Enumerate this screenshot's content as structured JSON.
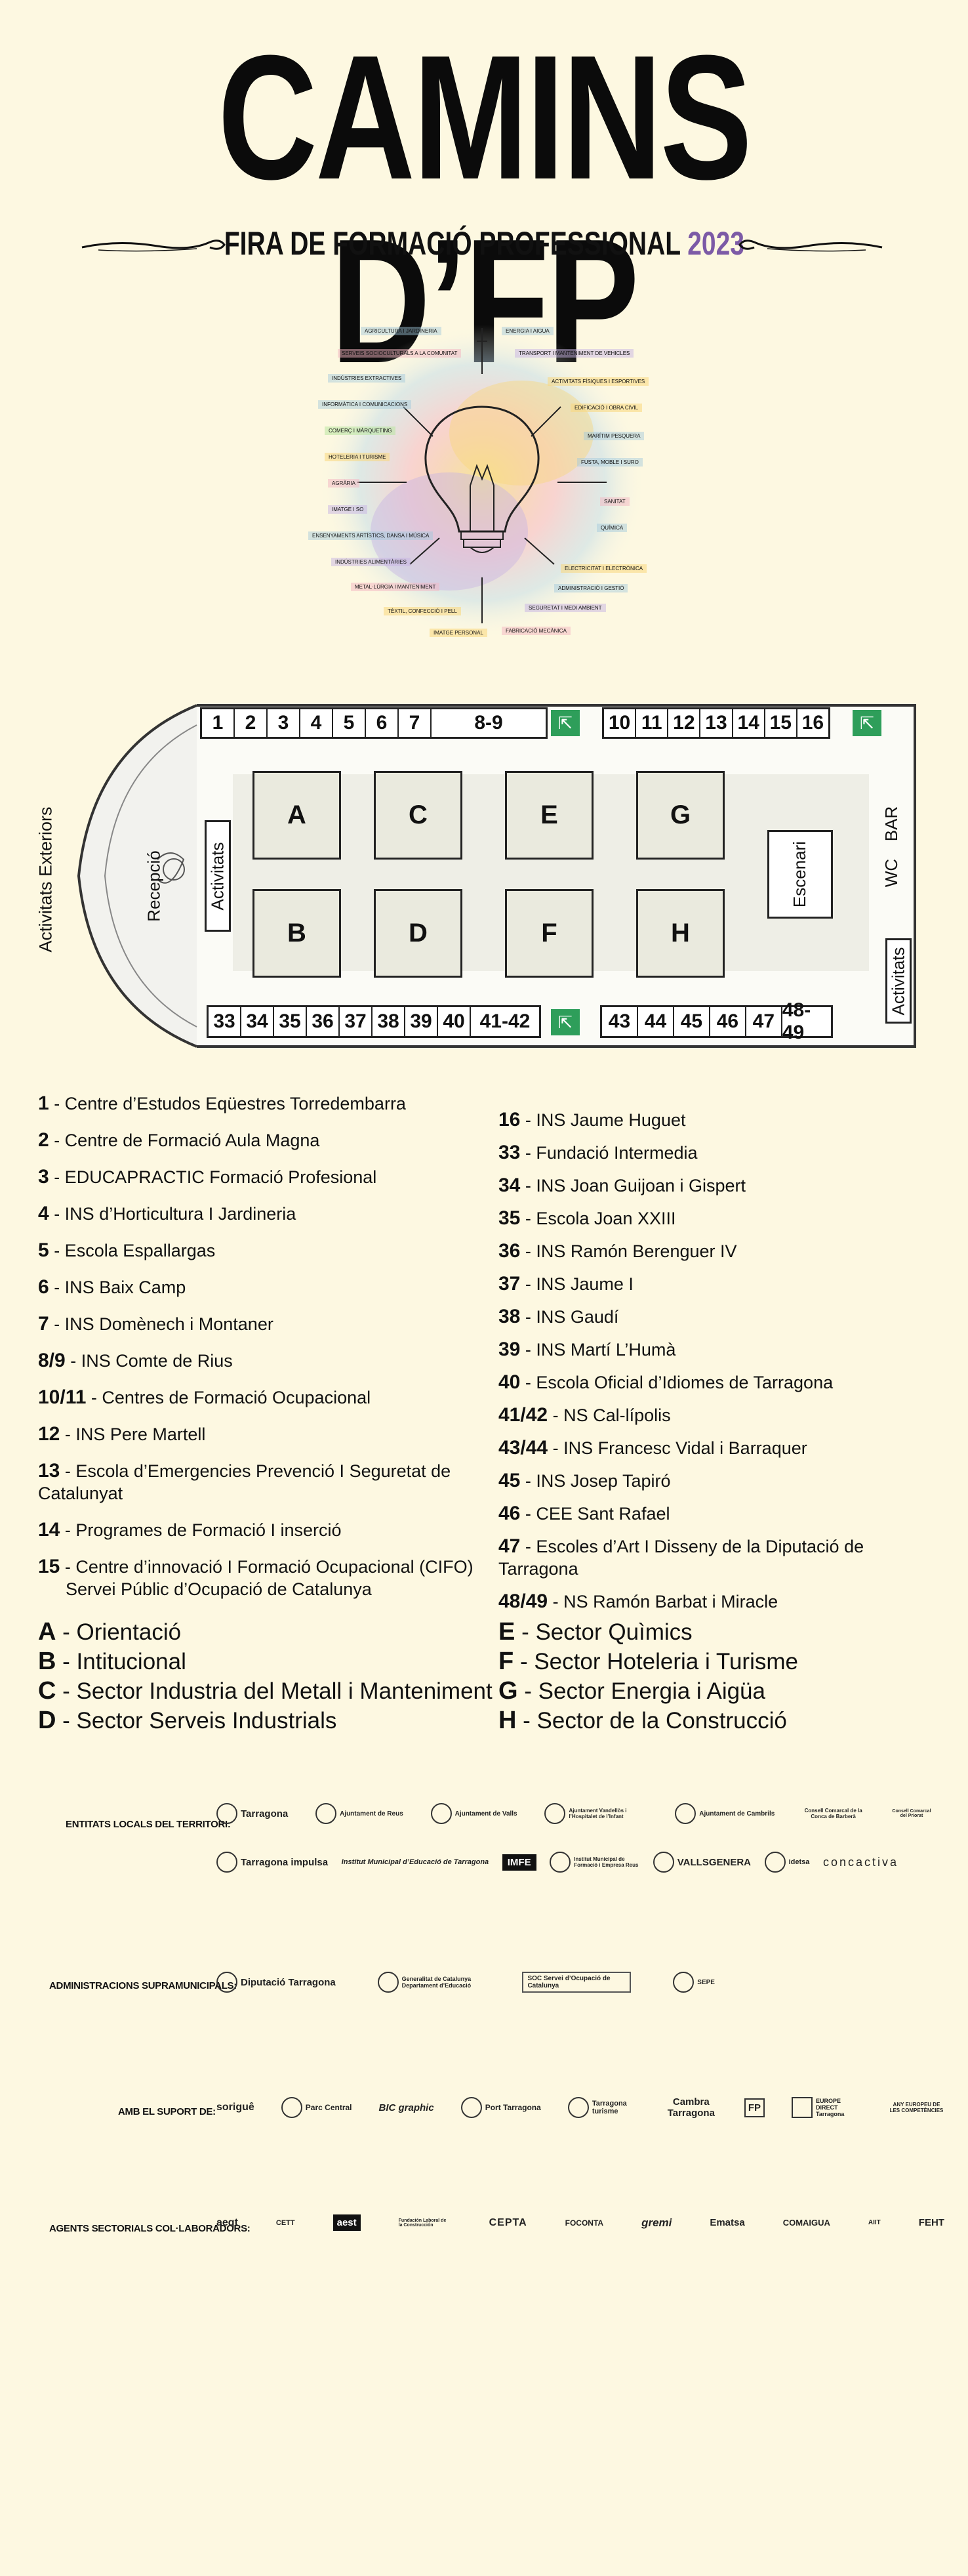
{
  "header": {
    "title": "CAMINS D’FP",
    "subtitle": "FIRA DE FORMACIÓ PROFESSIONAL",
    "year": "2023"
  },
  "illustration": {
    "name": "lightbulb-illustration",
    "tags": [
      "AGRICULTURA I JARDINERIA",
      "ENERGIA I AIGUA",
      "SERVEIS SOCIOCULTURALS A LA COMUNITAT",
      "TRANSPORT I MANTENIMENT DE VEHICLES",
      "INDÚSTRIES EXTRACTIVES",
      "ACTIVITATS FÍSIQUES I ESPORTIVES",
      "INFORMÀTICA I COMUNICACIONS",
      "EDIFICACIÓ I OBRA CIVIL",
      "COMERÇ I MÀRQUETING",
      "MARÍTIM PESQUERA",
      "HOTELERIA I TURISME",
      "FUSTA, MOBLE I SURO",
      "AGRÀRIA",
      "SANITAT",
      "IMATGE I SO",
      "QUÍMICA",
      "ENSENYAMENTS ARTÍSTICS, DANSA I MÚSICA",
      "ELECTRICITAT I ELECTRÒNICA",
      "INDÚSTRIES ALIMENTÀRIES",
      "ADMINISTRACIÓ I GESTIÓ",
      "METAL·LÚRGIA I MANTENIMENT",
      "SEGURETAT I MEDI AMBIENT",
      "TÈXTIL, CONFECCIÓ I PELL",
      "FABRICACIÓ MECÀNICA",
      "IMATGE PERSONAL"
    ]
  },
  "map": {
    "top_stands_left": [
      "1",
      "2",
      "3",
      "4",
      "5",
      "6",
      "7",
      "8-9"
    ],
    "top_stands_right": [
      "10",
      "11",
      "12",
      "13",
      "14",
      "15",
      "16"
    ],
    "bottom_stands_left": [
      "33",
      "34",
      "35",
      "36",
      "37",
      "38",
      "39",
      "40",
      "41-42"
    ],
    "bottom_stands_right": [
      "43",
      "44",
      "45",
      "46",
      "47",
      "48-49"
    ],
    "zones_top": [
      "A",
      "C",
      "E",
      "G"
    ],
    "zones_bottom": [
      "B",
      "D",
      "F",
      "H"
    ],
    "exterior_label": "Activitats Exteriors",
    "reception_label": "Recepció",
    "activities_left_label": "Activitats",
    "stage_label": "Escenari",
    "activities_right_label": "Activitats",
    "wc_label": "WC",
    "bar_label": "BAR"
  },
  "legend_left": [
    {
      "n": "1",
      "t": " - Centre d’Estudos Eqüestres Torredembarra"
    },
    {
      "n": "2",
      "t": " - Centre de Formació Aula Magna"
    },
    {
      "n": "3",
      "t": " - EDUCAPRACTIC Formació Profesional"
    },
    {
      "n": "4",
      "t": " - INS d’Horticultura I Jardineria"
    },
    {
      "n": "5",
      "t": " - Escola Espallargas"
    },
    {
      "n": "6",
      "t": " - INS Baix Camp"
    },
    {
      "n": "7",
      "t": " - INS Domènech i Montaner"
    },
    {
      "n": "8/9",
      "t": " - INS Comte de Rius"
    },
    {
      "n": "10/11",
      "t": " - Centres de Formació Ocupacional"
    },
    {
      "n": "12",
      "t": " - INS Pere Martell"
    },
    {
      "n": "13",
      "t": " - Escola d’Emergencies Prevenció I Seguretat de Catalunyat"
    },
    {
      "n": "14",
      "t": " - Programes de Formació I inserció"
    },
    {
      "n": "15",
      "t": " - Centre d’innovació I Formació Ocupacional (CIFO)",
      "t2": "Servei Públic d’Ocupació de Catalunya"
    }
  ],
  "legend_right": [
    {
      "n": "16",
      "t": " - INS Jaume Huguet"
    },
    {
      "n": "33",
      "t": " - Fundació Intermedia"
    },
    {
      "n": "34",
      "t": " - INS Joan Guijoan i Gispert"
    },
    {
      "n": "35",
      "t": " - Escola Joan XXIII"
    },
    {
      "n": "36",
      "t": " - INS Ramón Berenguer IV"
    },
    {
      "n": "37",
      "t": " - INS Jaume I"
    },
    {
      "n": "38",
      "t": " - INS Gaudí"
    },
    {
      "n": "39",
      "t": " - INS Martí L’Humà"
    },
    {
      "n": "40",
      "t": " - Escola Oficial d’Idiomes de Tarragona"
    },
    {
      "n": "41/42",
      "t": " - NS Cal-lípolis"
    },
    {
      "n": "43/44",
      "t": " - INS Francesc Vidal i Barraquer"
    },
    {
      "n": "45",
      "t": " - INS Josep Tapiró"
    },
    {
      "n": "46",
      "t": " - CEE Sant Rafael"
    },
    {
      "n": "47",
      "t": " - Escoles d’Art I Disseny de la Diputació de Tarragona"
    },
    {
      "n": "48/49",
      "t": " - NS Ramón Barbat i Miracle"
    }
  ],
  "sectors_left": [
    {
      "l": "A",
      "t": " - Orientació"
    },
    {
      "l": "B",
      "t": " - Intitucional"
    },
    {
      "l": "C",
      "t": " - Sector Industria del Metall i Manteniment"
    },
    {
      "l": "D",
      "t": " - Sector Serveis Industrials"
    }
  ],
  "sectors_right": [
    {
      "l": "E",
      "t": " - Sector Quìmics"
    },
    {
      "l": "F",
      "t": " - Sector Hoteleria i Turisme"
    },
    {
      "l": "G",
      "t": " - Sector Energia i Aigüa"
    },
    {
      "l": "H",
      "t": " - Sector de la Construcció"
    }
  ],
  "sponsors": {
    "local_label": "ENTITATS LOCALS DEL TERRITORI:",
    "local_row1": [
      "Tarragona",
      "Ajuntament de Reus",
      "Ajuntament de Valls",
      "Ajuntament Vandellòs i l’Hospitalet de l’Infant",
      "Ajuntament de Cambrils",
      "Consell Comarcal de la Conca de Barberà",
      "Consell Comarcal del Priorat"
    ],
    "local_row2": [
      "Tarragona impulsa",
      "Institut Municipal d’Educació de Tarragona",
      "IMFE",
      "Institut Municipal de Formació i Empresa Reus",
      "VALLSGENERA",
      "idetsa",
      "concactiva"
    ],
    "supra_label": "ADMINISTRACIONS SUPRAMUNICIPALS:",
    "supra": [
      "Diputació Tarragona",
      "Generalitat de Catalunya Departament d’Educació",
      "SOC Servei d’Ocupació de Catalunya",
      "SEPE"
    ],
    "support_label": "AMB EL SUPORT DE:",
    "support": [
      "soriguê",
      "Parc Central",
      "BIC graphic",
      "Port Tarragona",
      "Tarragona turisme",
      "Cambra Tarragona",
      "FP",
      "EUROPE DIRECT Tarragona",
      "ANY EUROPEU DE LES COMPETÈNCIES"
    ],
    "agents_label": "AGENTS SECTORIALS COL·LABORADORS:",
    "agents": [
      "aeqt",
      "CETT",
      "aest",
      "Fundación Laboral de la Construcción",
      "CEPTA",
      "FOCONTA",
      "gremi",
      "Ematsa",
      "COMAIGUA",
      "AIIT",
      "FEHT"
    ]
  }
}
